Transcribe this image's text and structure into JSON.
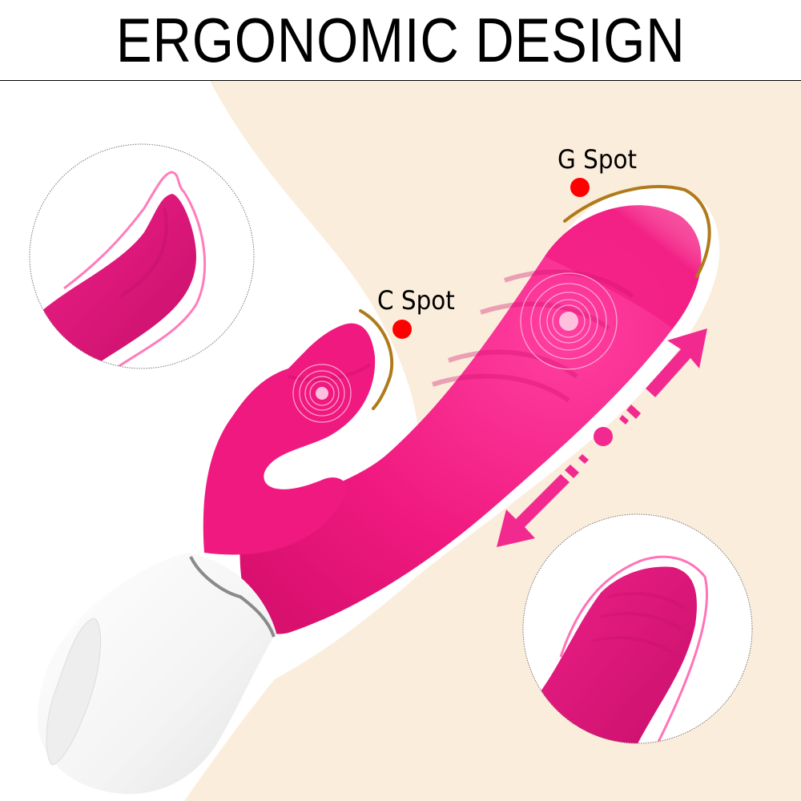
{
  "header": {
    "title": "ERGONOMIC DESIGN"
  },
  "labels": {
    "g_spot": "G Spot",
    "c_spot": "C Spot"
  },
  "colors": {
    "background_beige": "#FBEDDB",
    "product_pink": "#F0197F",
    "arrow_pink": "#F22A90",
    "marker_red": "#FF0000",
    "bracket_gold": "#B07A1A",
    "handle_white": "#F7F7F7"
  },
  "callouts": [
    {
      "name": "clitoral-stimulator-closeup",
      "position": "top-left"
    },
    {
      "name": "gspot-tip-closeup",
      "position": "bottom-right"
    }
  ],
  "indicators": [
    {
      "name": "vibration-ring-clitoral"
    },
    {
      "name": "vibration-ring-gspot"
    },
    {
      "name": "bidirectional-arrow"
    }
  ]
}
